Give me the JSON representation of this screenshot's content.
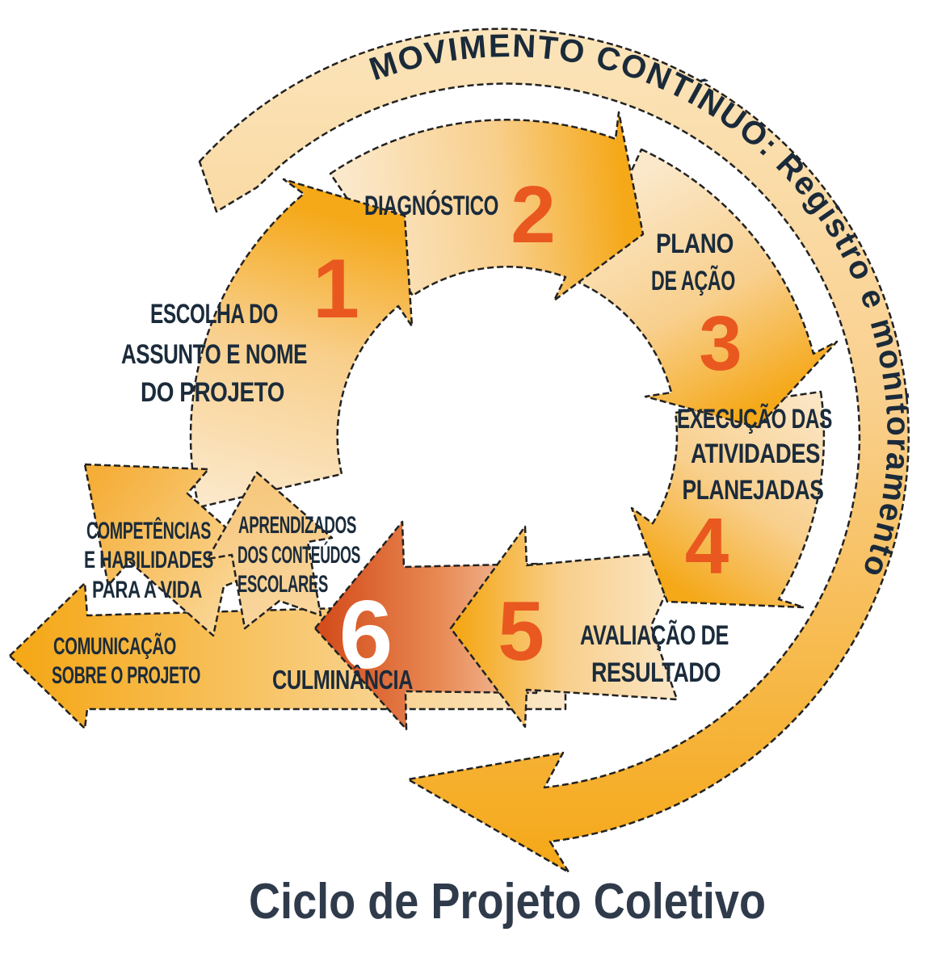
{
  "diagram": {
    "title": "Ciclo de Projeto Coletivo",
    "outer_ring_label": "MOVIMENTO CONTÍNUO: Registro e monitoramento",
    "steps": [
      {
        "number": "1",
        "text": "ESCOLHA DO ASSUNTO E NOME DO PROJETO",
        "lines": [
          "ESCOLHA DO",
          "ASSUNTO E NOME",
          "DO PROJETO"
        ]
      },
      {
        "number": "2",
        "text": "DIAGNÓSTICO",
        "lines": [
          "DIAGNÓSTICO"
        ]
      },
      {
        "number": "3",
        "text": "PLANO DE AÇÃO",
        "lines": [
          "PLANO",
          "DE AÇÃO"
        ]
      },
      {
        "number": "4",
        "text": "EXECUÇÃO DAS ATIVIDADES PLANEJADAS",
        "lines": [
          "EXECUÇÃO DAS",
          "ATIVIDADES",
          "PLANEJADAS"
        ]
      },
      {
        "number": "5",
        "text": "AVALIAÇÃO DE RESULTADO",
        "lines": [
          "AVALIAÇÃO DE",
          "RESULTADO"
        ]
      },
      {
        "number": "6",
        "text": "CULMINÂNCIA",
        "lines": [
          "CULMINÂNCIA"
        ]
      }
    ],
    "outcome_arrows": [
      {
        "text": "COMPETÊNCIAS E HABILIDADES PARA A VIDA",
        "lines": [
          "COMPETÊNCIAS",
          "E HABILIDADES",
          "PARA A VIDA"
        ]
      },
      {
        "text": "APRENDIZADOS DOS CONTEÚDOS ESCOLARES",
        "lines": [
          "APRENDIZADOS",
          "DOS CONTEÚDOS",
          "ESCOLARES"
        ]
      },
      {
        "text": "COMUNICAÇÃO SOBRE O PROJETO",
        "lines": [
          "COMUNICAÇÃO",
          "SOBRE O PROJETO"
        ]
      }
    ],
    "colors": {
      "gold": "#F5A818",
      "cream": "#FBE8CA",
      "red": "#D44D1C",
      "red_pale": "#F7D6BF",
      "number_orange": "#E9581F",
      "number_six_white": "#FFFFFF",
      "label_dark": "#1B2B3B",
      "title_dark": "#2F3B4B",
      "outline": "#222222",
      "background": "#FFFFFF"
    }
  }
}
